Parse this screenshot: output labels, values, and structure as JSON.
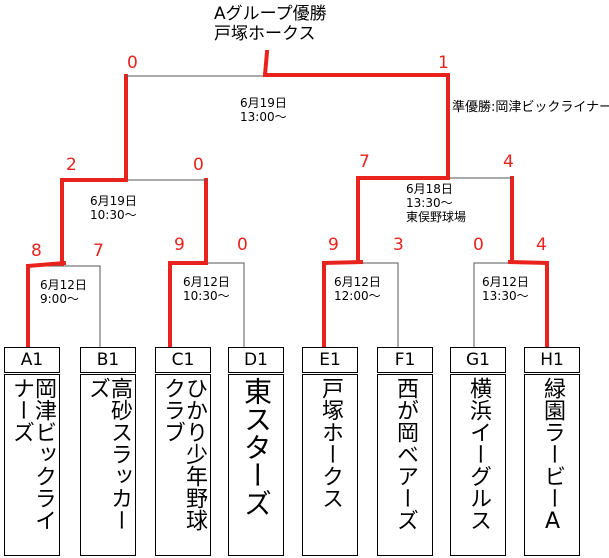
{
  "champion": {
    "line1": "Aグループ優勝",
    "line2": "戸塚ホークス"
  },
  "runner_up": "準優勝:岡津ビックライナーズ",
  "teams": [
    {
      "code": "A1",
      "name": "岡津ビックライナーズ"
    },
    {
      "code": "B1",
      "name": "高砂スラッカーズ"
    },
    {
      "code": "C1",
      "name": "ひかり少年野球クラブ"
    },
    {
      "code": "D1",
      "name": "東スターズ"
    },
    {
      "code": "E1",
      "name": "戸塚ホークス"
    },
    {
      "code": "F1",
      "name": "西が岡ベアーズ"
    },
    {
      "code": "G1",
      "name": "横浜イーグルス"
    },
    {
      "code": "H1",
      "name": "緑園ラービーA"
    }
  ],
  "round1": [
    {
      "date": "6月12日",
      "time": "9:00～",
      "scores": [
        "8",
        "7"
      ]
    },
    {
      "date": "6月12日",
      "time": "10:30～",
      "scores": [
        "9",
        "0"
      ]
    },
    {
      "date": "6月12日",
      "time": "12:00～",
      "scores": [
        "9",
        "3"
      ]
    },
    {
      "date": "6月12日",
      "time": "13:30～",
      "scores": [
        "0",
        "4"
      ]
    }
  ],
  "semis": [
    {
      "date": "6月19日",
      "time": "10:30～",
      "venue": "",
      "scores": [
        "2",
        "0"
      ]
    },
    {
      "date": "6月18日",
      "time": "13:30～",
      "venue": "東俣野球場",
      "scores": [
        "7",
        "4"
      ]
    }
  ],
  "final": {
    "date": "6月19日",
    "time": "13:00～",
    "scores": [
      "0",
      "1"
    ]
  },
  "colors": {
    "win": "#e8231d",
    "loss": "#555555",
    "score": "#e8231d"
  }
}
